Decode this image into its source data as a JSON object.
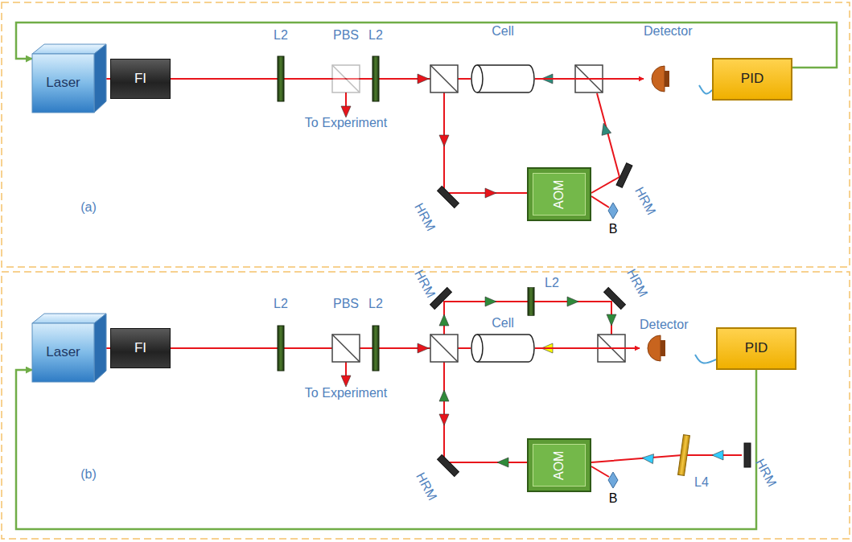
{
  "diagram": {
    "nodes": [
      {
        "text": [
          "Laser"
        ]
      },
      {
        "text": [
          "FI"
        ]
      },
      {
        "text": [
          "Cell"
        ]
      },
      {
        "text": [
          "Detector"
        ]
      },
      {
        "text": [
          "PID"
        ]
      },
      {
        "text": [
          "AOM"
        ]
      },
      {
        "text": [
          "Laser"
        ]
      },
      {
        "text": [
          "FI"
        ]
      },
      {
        "text": [
          "Cell"
        ]
      },
      {
        "text": [
          "Detector"
        ]
      },
      {
        "text": [
          "PID"
        ]
      },
      {
        "text": [
          "AOM"
        ]
      }
    ],
    "edges": [
      {
        "from": 0,
        "to": 1,
        "arrow": "none"
      },
      {
        "from": 2,
        "to": 3,
        "arrow": "to"
      },
      {
        "from": 3,
        "to": 4,
        "arrow": "none"
      },
      {
        "from": 4,
        "to": 0,
        "arrow": "to"
      },
      {
        "from": 6,
        "to": 7,
        "arrow": "none"
      },
      {
        "from": 8,
        "to": 9,
        "arrow": "to"
      },
      {
        "from": 9,
        "to": 10,
        "arrow": "none"
      },
      {
        "from": 10,
        "to": 6,
        "arrow": "to"
      }
    ],
    "labels": [
      "L2",
      "PBS",
      "L2",
      "To Experiment",
      "HRM",
      "HRM",
      "B",
      "(a)",
      "L2",
      "PBS",
      "L2",
      "HRM",
      "L2",
      "HRM",
      "To Experiment",
      "HRM",
      "B",
      "L4",
      "HRM",
      "(b)"
    ]
  }
}
